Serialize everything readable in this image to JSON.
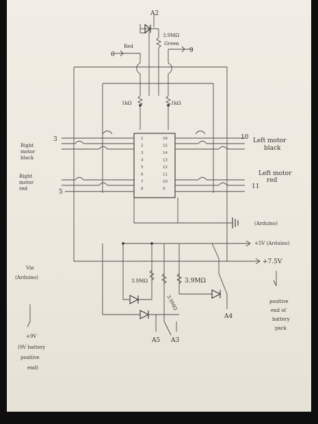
{
  "labels": {
    "a2": "A2",
    "res_top": "3.9MΩ",
    "red": "Red",
    "green": "Green",
    "pin6": "6",
    "pin9": "9",
    "r1k_left": "1kΩ",
    "r1k_right": "1kΩ",
    "pin3": "3",
    "pin10": "10",
    "left_motor_black": [
      "Left motor",
      "black"
    ],
    "right_motor_black": [
      "Right",
      "motor",
      "black"
    ],
    "left_motor_red": [
      "Left motor",
      "red"
    ],
    "right_motor_red": [
      "Right",
      "motor",
      "red"
    ],
    "pin5": "5",
    "pin11": "11",
    "gnd_arduino": "(Arduino)",
    "v5_arduino": "+5V (Arduino)",
    "v75": "+7.5V",
    "vin_arduino": [
      "Vin",
      "(Arduino)"
    ],
    "battery_9v": [
      "+9V",
      "(9V battery",
      "positive",
      "end)"
    ],
    "battery_pack": [
      "positive",
      "end of",
      "battery",
      "pack"
    ],
    "res_mid_left": "3.9MΩ",
    "res_mid_center": "3.9MΩ",
    "res_mid_right": "3.9MΩ",
    "a4": "A4",
    "a5": "A5",
    "a3": "A3"
  },
  "chip_pins": {
    "left": [
      "1",
      "2",
      "3",
      "4",
      "5",
      "6",
      "7",
      "8"
    ],
    "right": [
      "16",
      "15",
      "14",
      "13",
      "12",
      "11",
      "10",
      "9"
    ]
  }
}
